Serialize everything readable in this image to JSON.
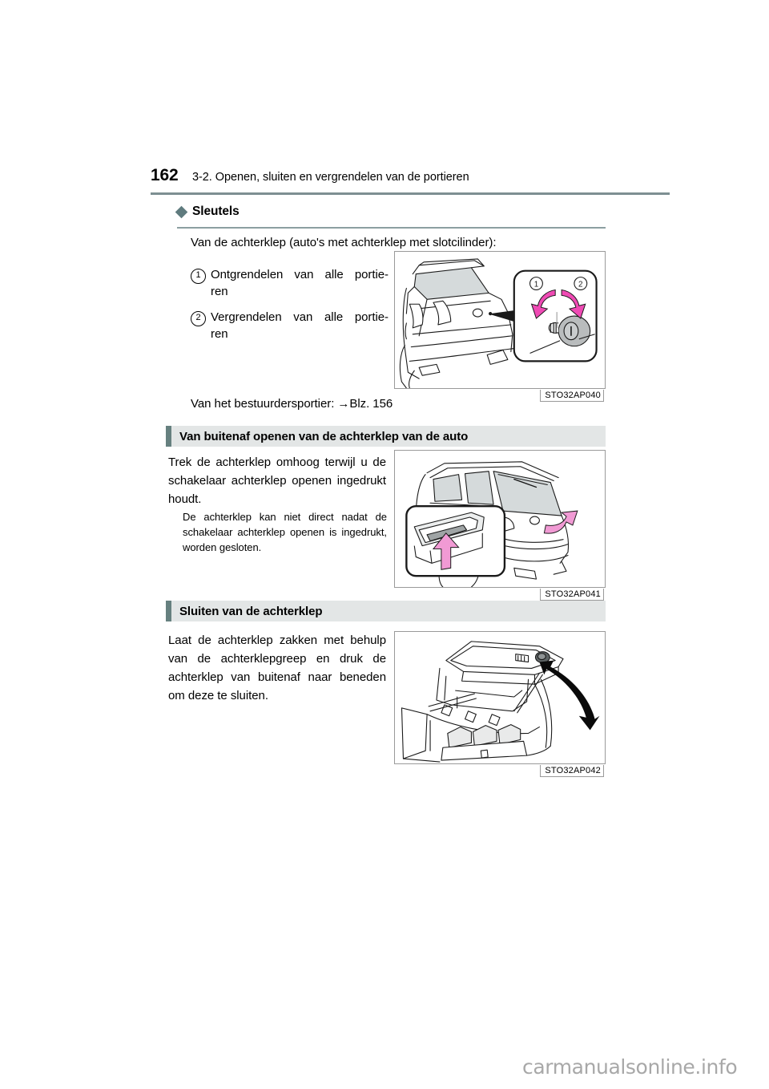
{
  "header": {
    "page_number": "162",
    "chapter": "3-2. Openen, sluiten en vergrendelen van de portieren"
  },
  "keys_section": {
    "heading": "Sleutels",
    "lead": "Van de achterklep (auto's met achterklep met slotcilinder):",
    "items": [
      {
        "marker": "1",
        "line1": "Ontgrendelen van alle portie-",
        "line2": "ren"
      },
      {
        "marker": "2",
        "line1": "Vergrendelen van alle portie-",
        "line2": "ren"
      }
    ],
    "reference": "Van het bestuurdersportier: →Blz. 156",
    "figure_code": "STO32AP040"
  },
  "open_section": {
    "heading": "Van buitenaf openen van de achterklep van de auto",
    "paragraph": "Trek de achterklep omhoog terwijl u de schakelaar achterklep openen ingedrukt houdt.",
    "note": "De achterklep kan niet direct nadat de schakelaar achterklep openen is ingedrukt, worden gesloten.",
    "figure_code": "STO32AP041"
  },
  "close_section": {
    "heading": "Sluiten van de achterklep",
    "paragraph": "Laat de achterklep zakken met behulp van de achterklepgreep en druk de achterklep van buitenaf naar beneden om deze te sluiten.",
    "figure_code": "STO32AP042"
  },
  "watermark": "carmanualsonline.info",
  "colors": {
    "accent_rule": "#7d8f92",
    "diamond": "#5f7b7e",
    "band_background": "#e3e6e6",
    "band_accent": "#66807f",
    "arrow_magenta": "#ef4ab4",
    "glass_fill": "#d5dadb"
  }
}
